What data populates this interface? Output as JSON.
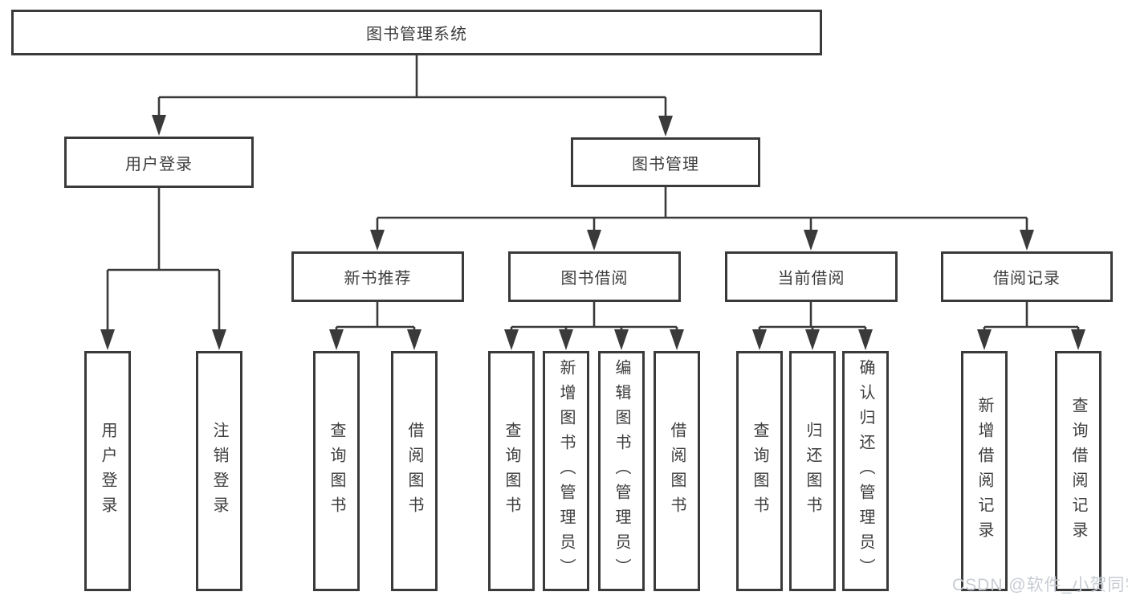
{
  "diagram": {
    "root": {
      "label": "图书管理系统"
    },
    "level2": [
      {
        "label": "用户登录"
      },
      {
        "label": "图书管理"
      }
    ],
    "level3": [
      {
        "label": "新书推荐"
      },
      {
        "label": "图书借阅"
      },
      {
        "label": "当前借阅"
      },
      {
        "label": "借阅记录"
      }
    ],
    "leaf_groups": [
      {
        "parent": "用户登录",
        "items": [
          "用户登录",
          "注销登录"
        ]
      },
      {
        "parent": "新书推荐",
        "items": [
          "查询图书",
          "借阅图书"
        ]
      },
      {
        "parent": "图书借阅",
        "items": [
          "查询图书",
          "新增图书（管理员）",
          "编辑图书（管理员）",
          "借阅图书"
        ]
      },
      {
        "parent": "当前借阅",
        "items": [
          "查询图书",
          "归还图书",
          "确认归还（管理员）"
        ]
      },
      {
        "parent": "借阅记录",
        "items": [
          "新增借阅记录",
          "查询借阅记录"
        ]
      }
    ],
    "watermark": "CSDN @软件_小贺同学",
    "colors": {
      "line": "#3a3a3a",
      "text": "#3d3d3d",
      "background": "#ffffff",
      "watermark": "#c7ccd3"
    }
  }
}
